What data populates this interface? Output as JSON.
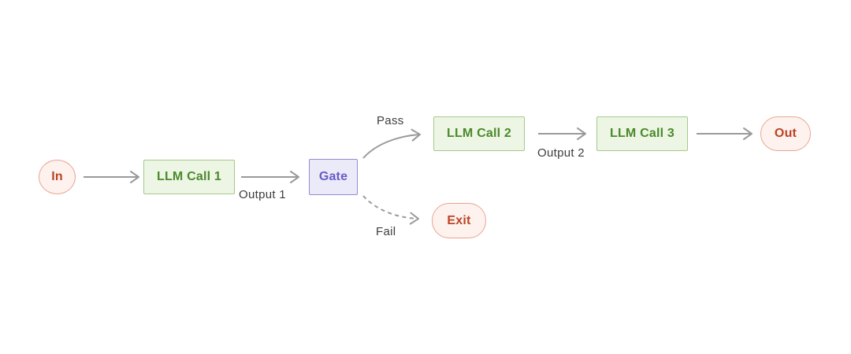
{
  "diagram": {
    "kind": "flowchart",
    "description": "Prompt chaining workflow with gate check"
  },
  "nodes": [
    {
      "id": "in",
      "label": "In",
      "type": "terminal"
    },
    {
      "id": "llm-call-1",
      "label": "LLM Call 1",
      "type": "process"
    },
    {
      "id": "gate",
      "label": "Gate",
      "type": "gate"
    },
    {
      "id": "llm-call-2",
      "label": "LLM Call 2",
      "type": "process"
    },
    {
      "id": "llm-call-3",
      "label": "LLM Call 3",
      "type": "process"
    },
    {
      "id": "out",
      "label": "Out",
      "type": "terminal"
    },
    {
      "id": "exit",
      "label": "Exit",
      "type": "terminal"
    }
  ],
  "edges": [
    {
      "from": "in",
      "to": "llm-call-1",
      "label": "",
      "style": "solid"
    },
    {
      "from": "llm-call-1",
      "to": "gate",
      "label": "Output 1",
      "style": "solid"
    },
    {
      "from": "gate",
      "to": "llm-call-2",
      "label": "Pass",
      "style": "solid-curve"
    },
    {
      "from": "llm-call-2",
      "to": "llm-call-3",
      "label": "Output 2",
      "style": "solid"
    },
    {
      "from": "llm-call-3",
      "to": "out",
      "label": "",
      "style": "solid"
    },
    {
      "from": "gate",
      "to": "exit",
      "label": "Fail",
      "style": "dashed-curve"
    }
  ],
  "colors": {
    "background": "#ffffff",
    "process_fill": "#edf5e4",
    "process_border": "#a6c98a",
    "process_text": "#4a8a2b",
    "gate_fill": "#ebeaf8",
    "gate_border": "#918bd6",
    "gate_text": "#675cca",
    "terminal_fill": "#fdf2ee",
    "terminal_border": "#eaa493",
    "terminal_text": "#bb4426",
    "arrow": "#9a9a9a",
    "edge_label_text": "#3d3d3d"
  }
}
